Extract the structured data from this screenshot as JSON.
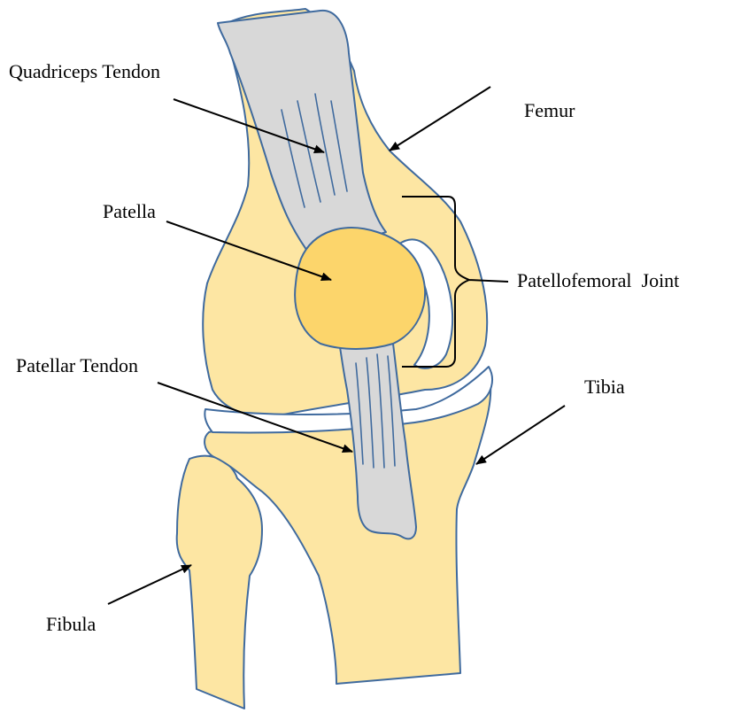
{
  "labels": {
    "quadriceps_tendon": "Quadriceps Tendon",
    "femur": "Femur",
    "patella": "Patella",
    "patellofemoral_joint": "Patellofemoral  Joint",
    "patellar_tendon": "Patellar Tendon",
    "tibia": "Tibia",
    "fibula": "Fibula"
  },
  "colors": {
    "bone_fill": "#fde6a3",
    "patella_fill": "#fcd56b",
    "tendon_fill": "#d8d8d8",
    "outline": "#3f6a9e",
    "cartilage_fill": "#ffffff",
    "label_text": "#000000"
  }
}
